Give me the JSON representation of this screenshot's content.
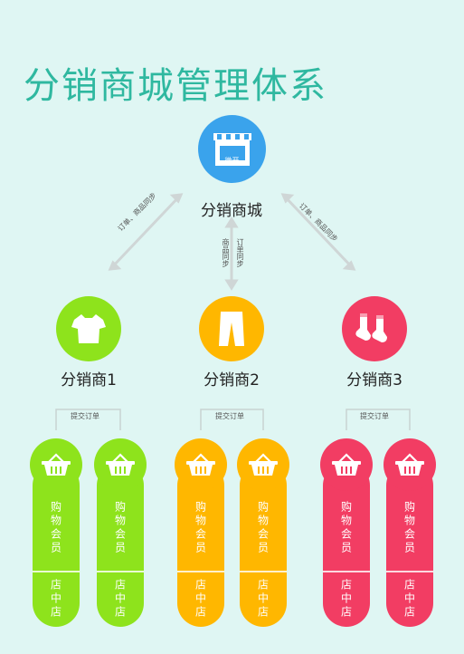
{
  "title": "分销商城管理体系",
  "center": {
    "label": "分销商城",
    "badge": "微开",
    "color": "#3aa3ec"
  },
  "links": {
    "left": "订单、商品同步",
    "right": "订单、商品同步",
    "middle_a": "商品同步",
    "middle_b": "订单同步"
  },
  "distributors": [
    {
      "label": "分销商1",
      "color": "#8ee31c",
      "icon": "tshirt-icon",
      "submit": "提交订单",
      "members": [
        {
          "top": "购物会员",
          "bottom": "店中店"
        },
        {
          "top": "购物会员",
          "bottom": "店中店"
        }
      ]
    },
    {
      "label": "分销商2",
      "color": "#ffb700",
      "icon": "pants-icon",
      "submit": "提交订单",
      "members": [
        {
          "top": "购物会员",
          "bottom": "店中店"
        },
        {
          "top": "购物会员",
          "bottom": "店中店"
        }
      ]
    },
    {
      "label": "分销商3",
      "color": "#f23d63",
      "icon": "socks-icon",
      "submit": "提交订单",
      "members": [
        {
          "top": "购物会员",
          "bottom": "店中店"
        },
        {
          "top": "购物会员",
          "bottom": "店中店"
        }
      ]
    }
  ]
}
